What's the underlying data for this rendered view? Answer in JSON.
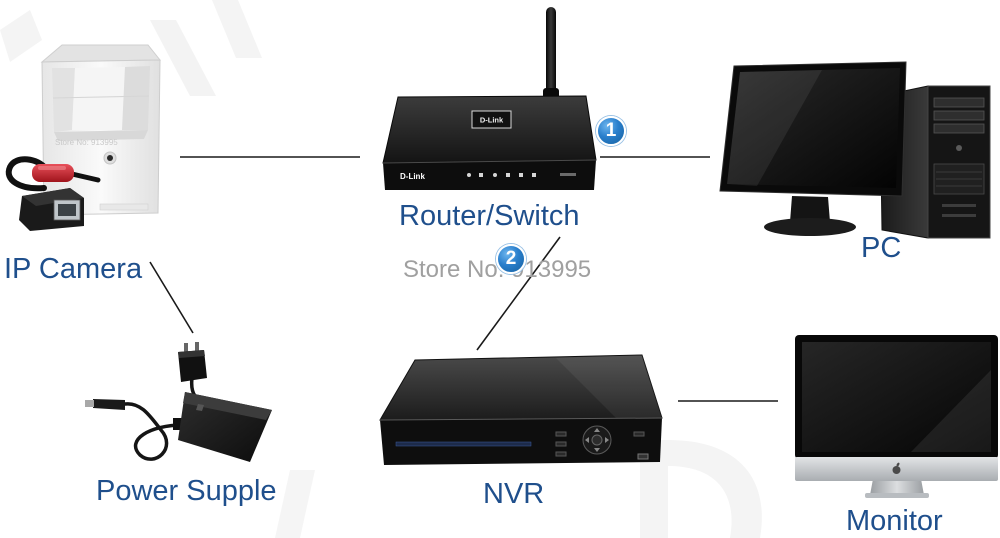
{
  "diagram": {
    "colors": {
      "label": "#1f4f8c",
      "connector_line": "#1a1a1a",
      "badge": "#2a7fcc",
      "watermark": "#a0a0a0"
    },
    "watermark": "Store No: 913995",
    "badges": [
      "1",
      "2"
    ],
    "nodes": {
      "ip_camera": {
        "label": "IP Camera",
        "icon": "ip-camera-icon"
      },
      "router": {
        "label": "Router/Switch",
        "brand": "D-Link",
        "icon": "router-icon"
      },
      "pc": {
        "label": "PC",
        "icon": "desktop-pc-icon"
      },
      "power_supply": {
        "label": "Power Supple",
        "icon": "power-adapter-icon"
      },
      "nvr": {
        "label": "NVR",
        "icon": "nvr-recorder-icon"
      },
      "monitor": {
        "label": "Monitor",
        "icon": "monitor-icon"
      }
    }
  }
}
